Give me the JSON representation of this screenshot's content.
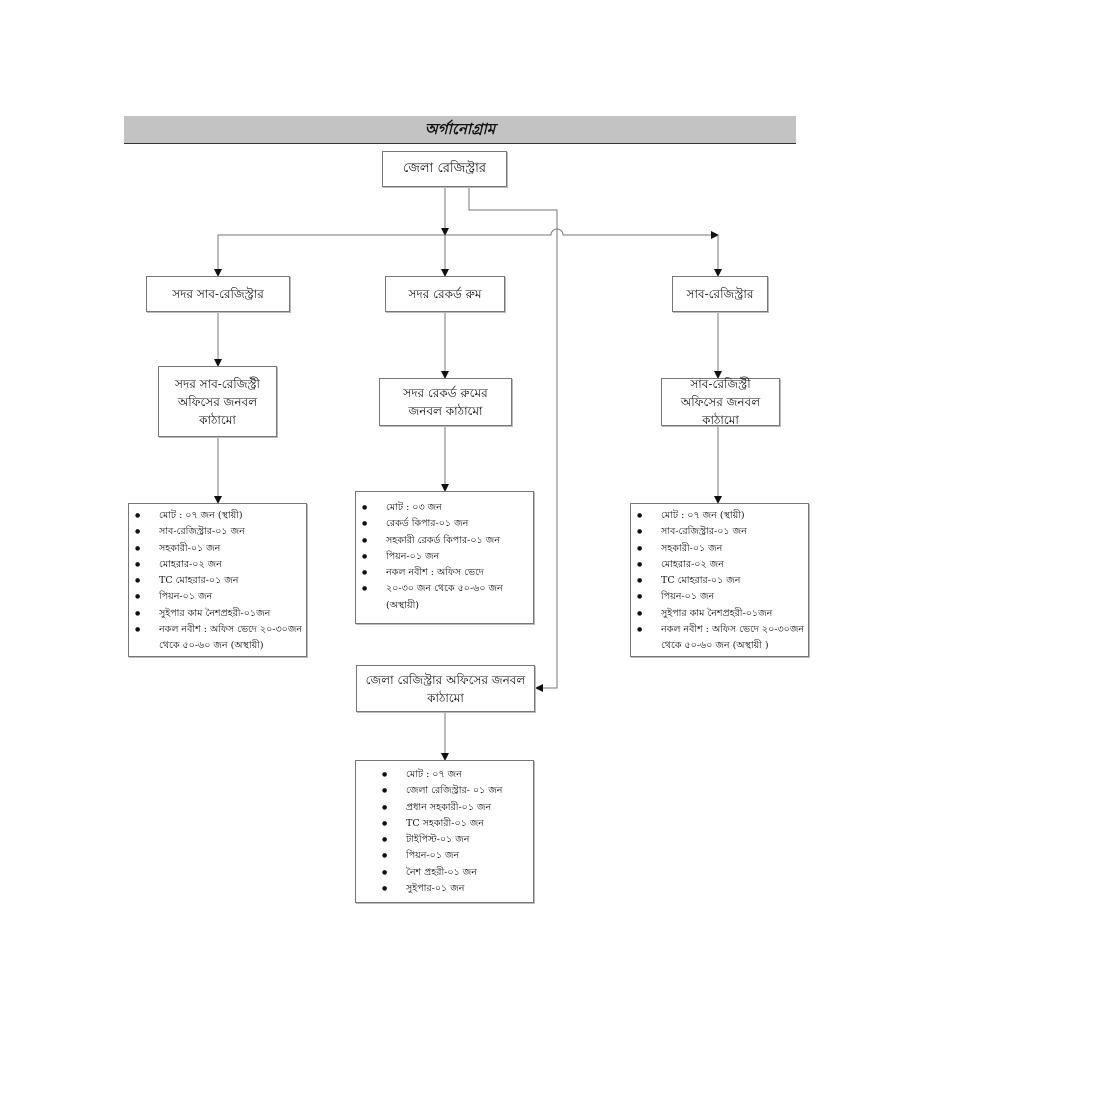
{
  "title": "অর্গানোগ্রাম",
  "nodes": {
    "district_registrar": "জেলা রেজিস্ট্রার",
    "sadar_sub_registrar": "সদর সাব-রেজিস্ট্রার",
    "sadar_record_room": "সদর রেকর্ড রুম",
    "sub_registrar": "সাব-রেজিস্ট্রার",
    "sadar_sub_registry_staff": "সদর সাব-রেজিস্ট্রী অফিসের জনবল কাঠামো",
    "sadar_record_room_staff": "সদর রেকর্ড রুমের জনবল কাঠামো",
    "sub_registry_staff": "সাব-রেজিস্ট্রী অফিসের জনবল কাঠামো",
    "district_registrar_staff": "জেলা রেজিস্ট্রার অফিসের জনবল কাঠামো"
  },
  "lists": {
    "sadar_sub_registry": [
      "মোট : ০৭ জন (স্থায়ী)",
      "সাব-রেজিস্ট্রার-০১ জন",
      "সহকারী-০১ জন",
      "মোহরার-০২ জন",
      "TC মোহরার-০১ জন",
      "পিয়ন-০১ জন",
      "সুইপার কাম নৈশপ্রহরী-০১জন",
      "নকল নবীশ : অফিস ভেদে  ২০-৩০জন থেকে ৫০-৬০ জন (অস্থায়ী)"
    ],
    "sadar_record_room": [
      "মোট : ০৩ জন",
      "রেকর্ড কিপার-০১ জন",
      "সহকারী রেকর্ড কিপার-০১ জন",
      "পিয়ন-০১ জন",
      "নকল নবীশ : অফিস ভেদে",
      "২০-৩০ জন থেকে ৫০-৬০ জন (অস্থায়ী)"
    ],
    "sub_registry": [
      "মোট : ০৭ জন (স্থায়ী)",
      "সাব-রেজিস্ট্রার-০১ জন",
      "সহকারী-০১ জন",
      "মোহরার-০২ জন",
      "TC মোহরার-০১ জন",
      "পিয়ন-০১ জন",
      "সুইপার কাম নৈশপ্রহরী-০১জন",
      "নকল নবীশ : অফিস ভেদে  ২০-৩০জন থেকে ৫০-৬০ জন  (অস্থায়ী )"
    ],
    "district_registrar_office": [
      "মোট : ০৭ জন",
      "জেলা রেজিস্ট্রার- ০১ জন",
      "প্রধান সহকারী-০১ জন",
      "TC সহকারী-০১ জন",
      "টাইপিস্ট-০১ জন",
      "পিয়ন-০১ জন",
      "নৈশ প্রহরী-০১ জন",
      "সুইপার-০১ জন"
    ]
  },
  "colors": {
    "header_bg": "#c3c3c3",
    "line": "#777777"
  }
}
